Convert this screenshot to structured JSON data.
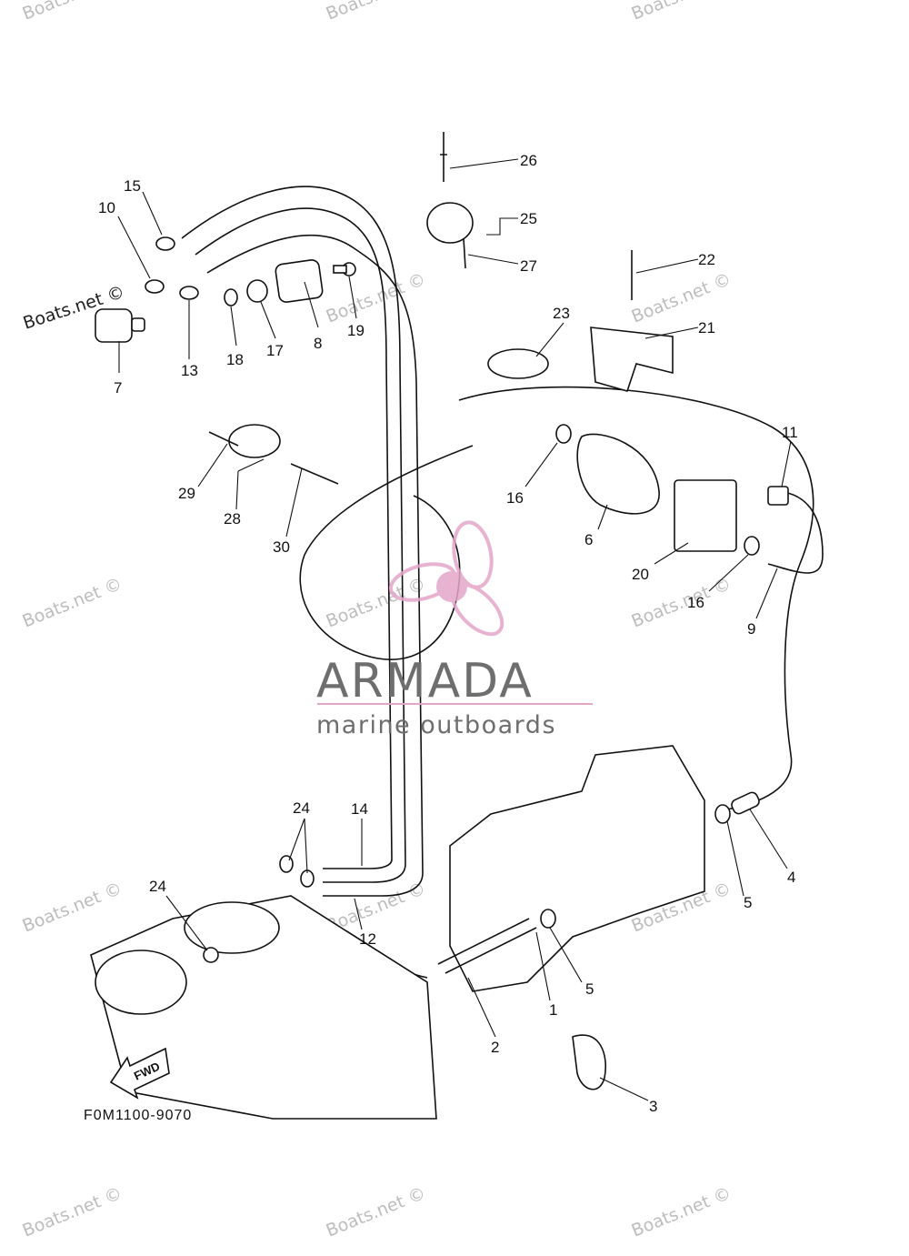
{
  "diagram": {
    "callouts": [
      "1",
      "2",
      "3",
      "4",
      "5",
      "5",
      "6",
      "7",
      "8",
      "9",
      "10",
      "11",
      "12",
      "13",
      "14",
      "15",
      "16",
      "16",
      "17",
      "18",
      "19",
      "20",
      "21",
      "22",
      "23",
      "24",
      "24",
      "25",
      "26",
      "27",
      "28",
      "29",
      "30"
    ],
    "figure_code": "F0M1100-9070",
    "direction_label": "FWD"
  },
  "branding": {
    "title": "ARMADA",
    "subtitle": "marine outboards",
    "accent_color": "#e4a6c8",
    "text_color": "#6e6e6e"
  },
  "watermarks": {
    "text": "Boats.net ©",
    "prominent_text": "Boats.net ©",
    "color": "#bdbdbd"
  }
}
